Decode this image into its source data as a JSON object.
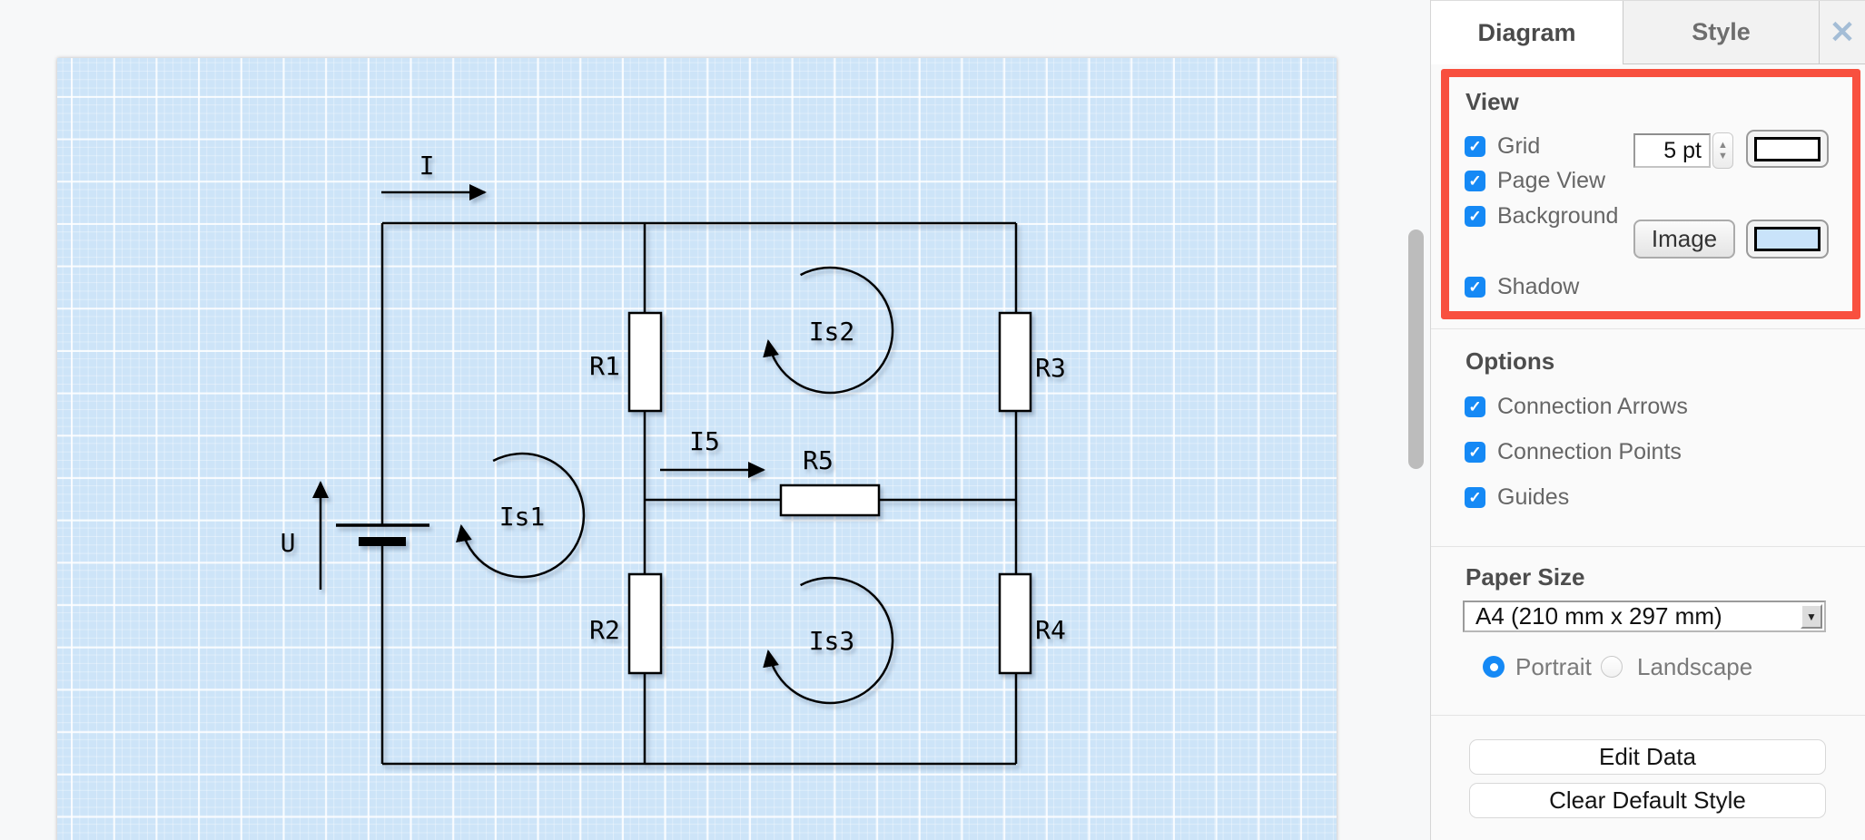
{
  "panel": {
    "tabs": {
      "diagram": "Diagram",
      "style": "Style"
    },
    "view": {
      "title": "View",
      "grid_label": "Grid",
      "grid_size_value": "5 pt",
      "page_view_label": "Page View",
      "background_label": "Background",
      "image_button_label": "Image",
      "shadow_label": "Shadow"
    },
    "options": {
      "title": "Options",
      "connection_arrows_label": "Connection Arrows",
      "connection_points_label": "Connection Points",
      "guides_label": "Guides"
    },
    "paper_size": {
      "title": "Paper Size",
      "value": "A4 (210 mm x 297 mm)",
      "portrait_label": "Portrait",
      "landscape_label": "Landscape"
    },
    "actions": {
      "edit_data_label": "Edit Data",
      "clear_default_style_label": "Clear Default Style"
    }
  },
  "icons": {
    "checkmark": "✓",
    "close": "✕",
    "dropdown_arrow": "▼",
    "spinner_up": "▲",
    "spinner_down": "▼"
  },
  "circuit": {
    "labels": {
      "current": "I",
      "voltage": "U",
      "branch_current": "I5",
      "r1": "R1",
      "r2": "R2",
      "r3": "R3",
      "r4": "R4",
      "r5": "R5",
      "is1": "Is1",
      "is2": "Is2",
      "is3": "Is3"
    }
  },
  "colors": {
    "accent_blue": "#1589f5",
    "page_background": "#cde4f8",
    "highlight_red": "#f8503f",
    "background_swatch": "#c9e3fa",
    "grid_swatch": "#ffffff"
  }
}
